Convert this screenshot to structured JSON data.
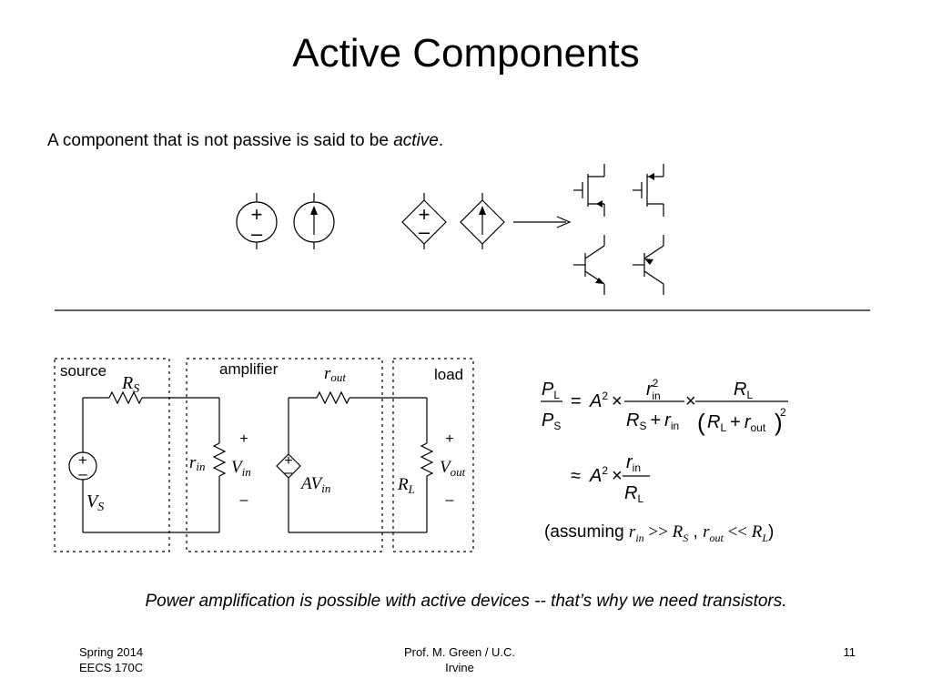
{
  "title": "Active Components",
  "intro": {
    "text": "A component that is not passive is said to be ",
    "emph": "active",
    "end": "."
  },
  "circuit": {
    "source_label": "source",
    "amplifier_label": "amplifier",
    "load_label": "load",
    "rs": "R",
    "rs_sub": "S",
    "vs": "V",
    "vs_sub": "S",
    "rin": "r",
    "rin_sub": "in",
    "vin": "V",
    "vin_sub": "in",
    "rout": "r",
    "rout_sub": "out",
    "avin": "AV",
    "avin_sub": "in",
    "rl": "R",
    "rl_sub": "L",
    "vout": "V",
    "vout_sub": "out",
    "plus": "+",
    "minus": "–"
  },
  "equation": {
    "pl": "P",
    "pl_sub": "L",
    "ps": "P",
    "ps_sub": "S",
    "eq": "=",
    "a": "A",
    "sq": "2",
    "times": "×",
    "rin": "r",
    "rin_sub": "in",
    "rs": "R",
    "rs_sub": "S",
    "plus": "+",
    "rl": "R",
    "rl_sub": "L",
    "rout": "r",
    "rout_sub": "out",
    "approx": "≈"
  },
  "assumption": {
    "open": "(assuming ",
    "rin": "r",
    "rin_sub": "in",
    "gg": " >> ",
    "rs": "R",
    "rs_sub": "S",
    "comma": " , ",
    "rout": "r",
    "rout_sub": "out",
    "ll": " << ",
    "rl": "R",
    "rl_sub": "L",
    "close": ")"
  },
  "conclusion": "Power amplification is possible with active devices -- that’s why we need transistors.",
  "footer": {
    "left_line1": "Spring 2014",
    "left_line2": "EECS 170C",
    "center_line1": "Prof. M. Green / U.C.",
    "center_line2": "Irvine",
    "page": "11"
  }
}
